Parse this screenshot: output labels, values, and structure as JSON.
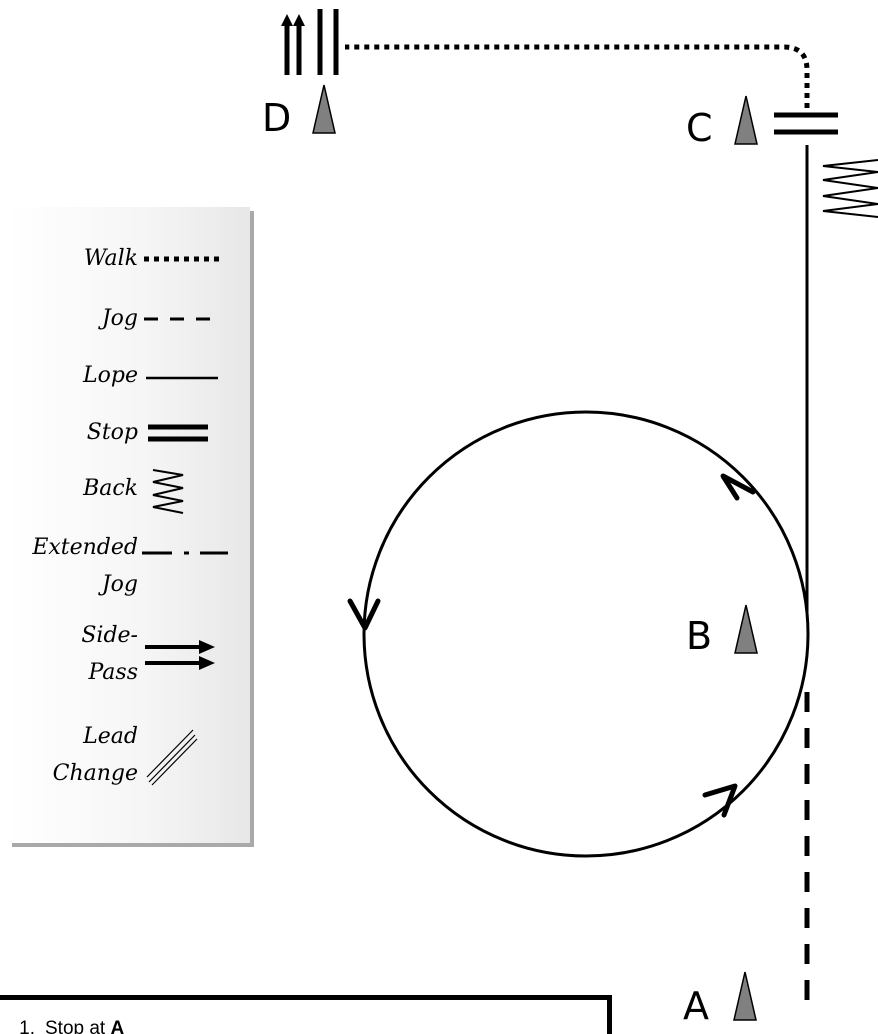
{
  "markers": {
    "a": "A",
    "b": "B",
    "c": "C",
    "d": "D"
  },
  "legend": {
    "items": [
      {
        "label": "Walk",
        "symbol": "walk-symbol"
      },
      {
        "label": "Jog",
        "symbol": "jog-symbol"
      },
      {
        "label": "Lope",
        "symbol": "lope-symbol"
      },
      {
        "label": "Stop",
        "symbol": "stop-symbol"
      },
      {
        "label": "Back",
        "symbol": "back-symbol"
      },
      {
        "label": "Extended",
        "label2": "Jog",
        "symbol": "extended-jog-symbol"
      },
      {
        "label": "Side-",
        "label2": "Pass",
        "symbol": "side-pass-symbol"
      },
      {
        "label": "Lead",
        "label2": "Change",
        "symbol": "lead-change-symbol"
      }
    ]
  },
  "instructions": {
    "steps": [
      {
        "number": "1.",
        "text": "Stop at ",
        "marker": "A"
      }
    ]
  },
  "colors": {
    "marker_fill": "#808080",
    "line": "#000000",
    "legend_shadow": "#a9a9a9"
  }
}
